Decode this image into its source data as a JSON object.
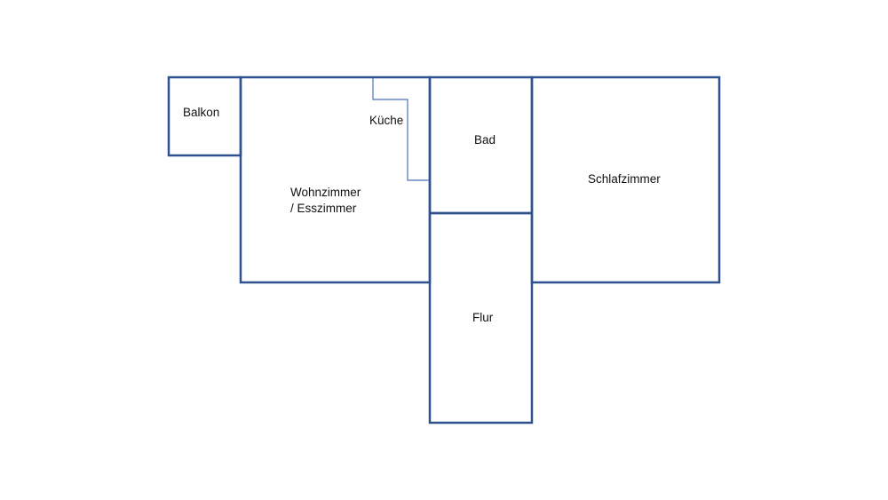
{
  "floorplan": {
    "rooms": {
      "balkon": "Balkon",
      "kueche": "Küche",
      "wohnzimmer_line1": "Wohnzimmer",
      "wohnzimmer_line2": "/ Esszimmer",
      "bad": "Bad",
      "schlafzimmer": "Schlafzimmer",
      "flur": "Flur"
    },
    "colors": {
      "wall": "#2F528F",
      "kitchen_line": "#4A72B8"
    }
  }
}
